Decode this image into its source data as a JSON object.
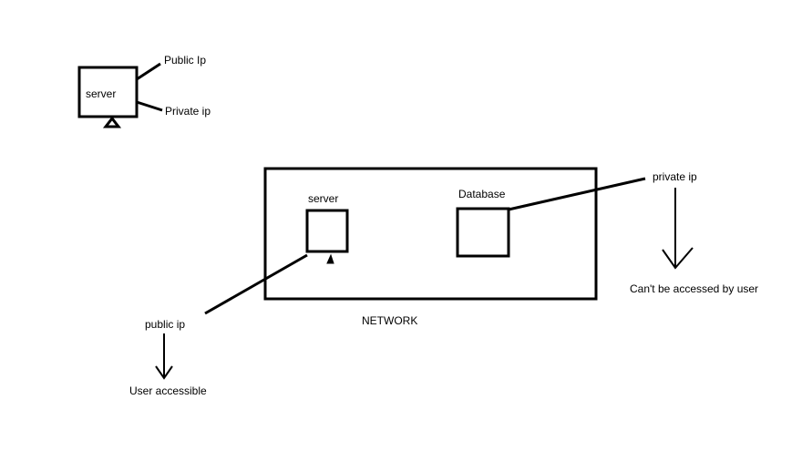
{
  "legend": {
    "server_label": "server",
    "public_ip_label": "Public Ip",
    "private_ip_label": "Private ip"
  },
  "network": {
    "label": "NETWORK",
    "server_label": "server",
    "database_label": "Database"
  },
  "public_side": {
    "ip_label": "public ip",
    "result_label": "User accessible"
  },
  "private_side": {
    "ip_label": "private ip",
    "result_label": "Can't be accessed by user"
  },
  "colors": {
    "stroke": "#000000",
    "background": "#ffffff"
  }
}
